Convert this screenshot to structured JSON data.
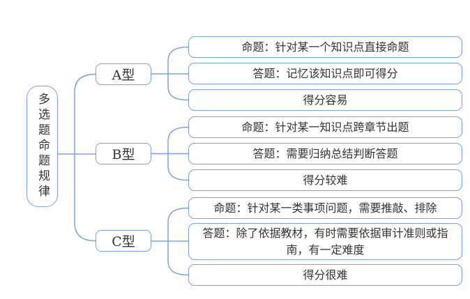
{
  "colors": {
    "line": "#7BA0EB",
    "box_border": "#7BA0EB",
    "text": "#333333",
    "background": "#ffffff"
  },
  "root": {
    "label": "多选题命题规律"
  },
  "branches": [
    {
      "label": "A型",
      "items": [
        "命题：针对某一个知识点直接命题",
        "答题：记忆该知识点即可得分",
        "得分容易"
      ]
    },
    {
      "label": "B型",
      "items": [
        "命题：针对某一知识点跨章节出题",
        "答题：需要归纳总结判断答题",
        "得分较难"
      ]
    },
    {
      "label": "C型",
      "items": [
        "命题：针对某一类事项问题，需要推敲、排除",
        "答题：除了依据教材，有时需要依据审计准则或指南，有一定难度",
        "得分很难"
      ]
    }
  ]
}
